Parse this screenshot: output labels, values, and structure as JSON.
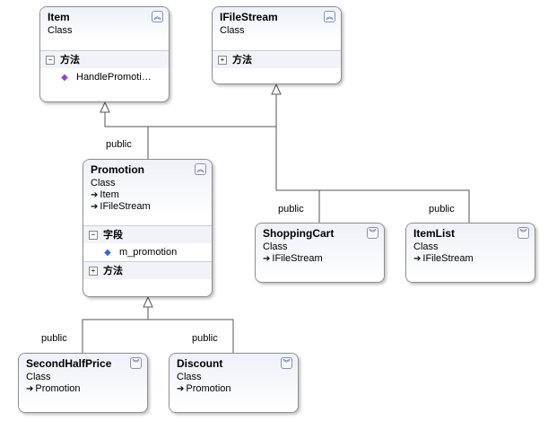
{
  "boxes": {
    "item": {
      "name": "Item",
      "kind": "Class",
      "section_methods": "方法",
      "members": [
        "HandlePromoti…"
      ],
      "collapse_icon": "double-chevron-up-icon"
    },
    "ifilestream": {
      "name": "IFileStream",
      "kind": "Class",
      "section_methods": "方法",
      "collapse_icon": "double-chevron-up-icon"
    },
    "promotion": {
      "name": "Promotion",
      "kind": "Class",
      "bases": [
        "Item",
        "IFileStream"
      ],
      "section_fields": "字段",
      "fields": [
        "m_promotion"
      ],
      "section_methods": "方法",
      "collapse_icon": "double-chevron-up-icon"
    },
    "shoppingcart": {
      "name": "ShoppingCart",
      "kind": "Class",
      "bases": [
        "IFileStream"
      ],
      "expand_icon": "double-chevron-down-icon"
    },
    "itemlist": {
      "name": "ItemList",
      "kind": "Class",
      "bases": [
        "IFileStream"
      ],
      "expand_icon": "double-chevron-down-icon"
    },
    "secondhalfprice": {
      "name": "SecondHalfPrice",
      "kind": "Class",
      "bases": [
        "Promotion"
      ],
      "expand_icon": "double-chevron-down-icon"
    },
    "discount": {
      "name": "Discount",
      "kind": "Class",
      "bases": [
        "Promotion"
      ],
      "expand_icon": "double-chevron-down-icon"
    }
  },
  "labels": {
    "promotion_public": "public",
    "shoppingcart_public": "public",
    "itemlist_public": "public",
    "secondhalfprice_public": "public",
    "discount_public": "public"
  },
  "colors": {
    "border": "#8e8e8e",
    "header": "#eef1f8",
    "line": "#555555"
  }
}
